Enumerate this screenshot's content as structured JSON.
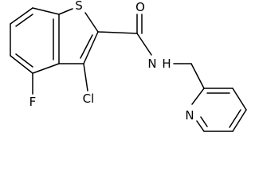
{
  "molecule": {
    "atoms": {
      "sulfur": "S",
      "oxygen": "O",
      "amide_nitrogen": "N",
      "amide_hydrogen": "H",
      "chlorine": "Cl",
      "fluorine": "F",
      "pyridine_nitrogen": "N"
    }
  }
}
